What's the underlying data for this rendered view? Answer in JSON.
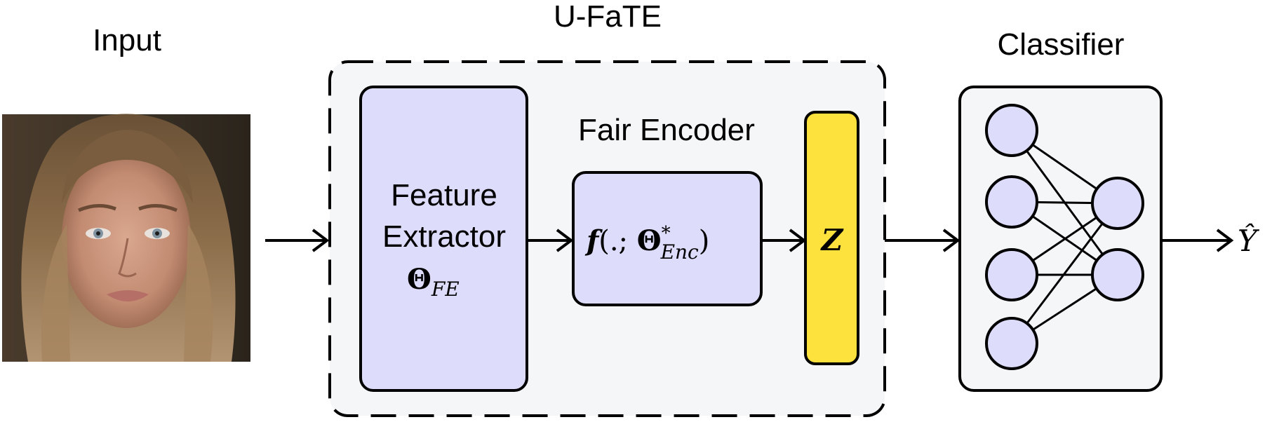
{
  "labels": {
    "input": "Input",
    "ufate": "U-FaTE",
    "classifier": "Classifier",
    "fair_encoder": "Fair Encoder",
    "feature_extractor_line1": "Feature",
    "feature_extractor_line2": "Extractor",
    "theta_fe_symbol": "Θ",
    "theta_fe_subscript": "FE",
    "encoder_f": "f",
    "encoder_open": "(.; ",
    "encoder_theta": "Θ",
    "encoder_star": "*",
    "encoder_sub": "Enc",
    "encoder_close": ")",
    "z_label": "Z",
    "output_y": "Ŷ"
  },
  "colors": {
    "block_fill": "#dddcfa",
    "z_fill": "#fde23e",
    "ufate_fill": "#f5f6f8",
    "stroke": "#000000",
    "classifier_fill": "#f5f6f8",
    "node_fill": "#dddcfa"
  },
  "icons": {
    "input_image": "portrait-photo"
  }
}
